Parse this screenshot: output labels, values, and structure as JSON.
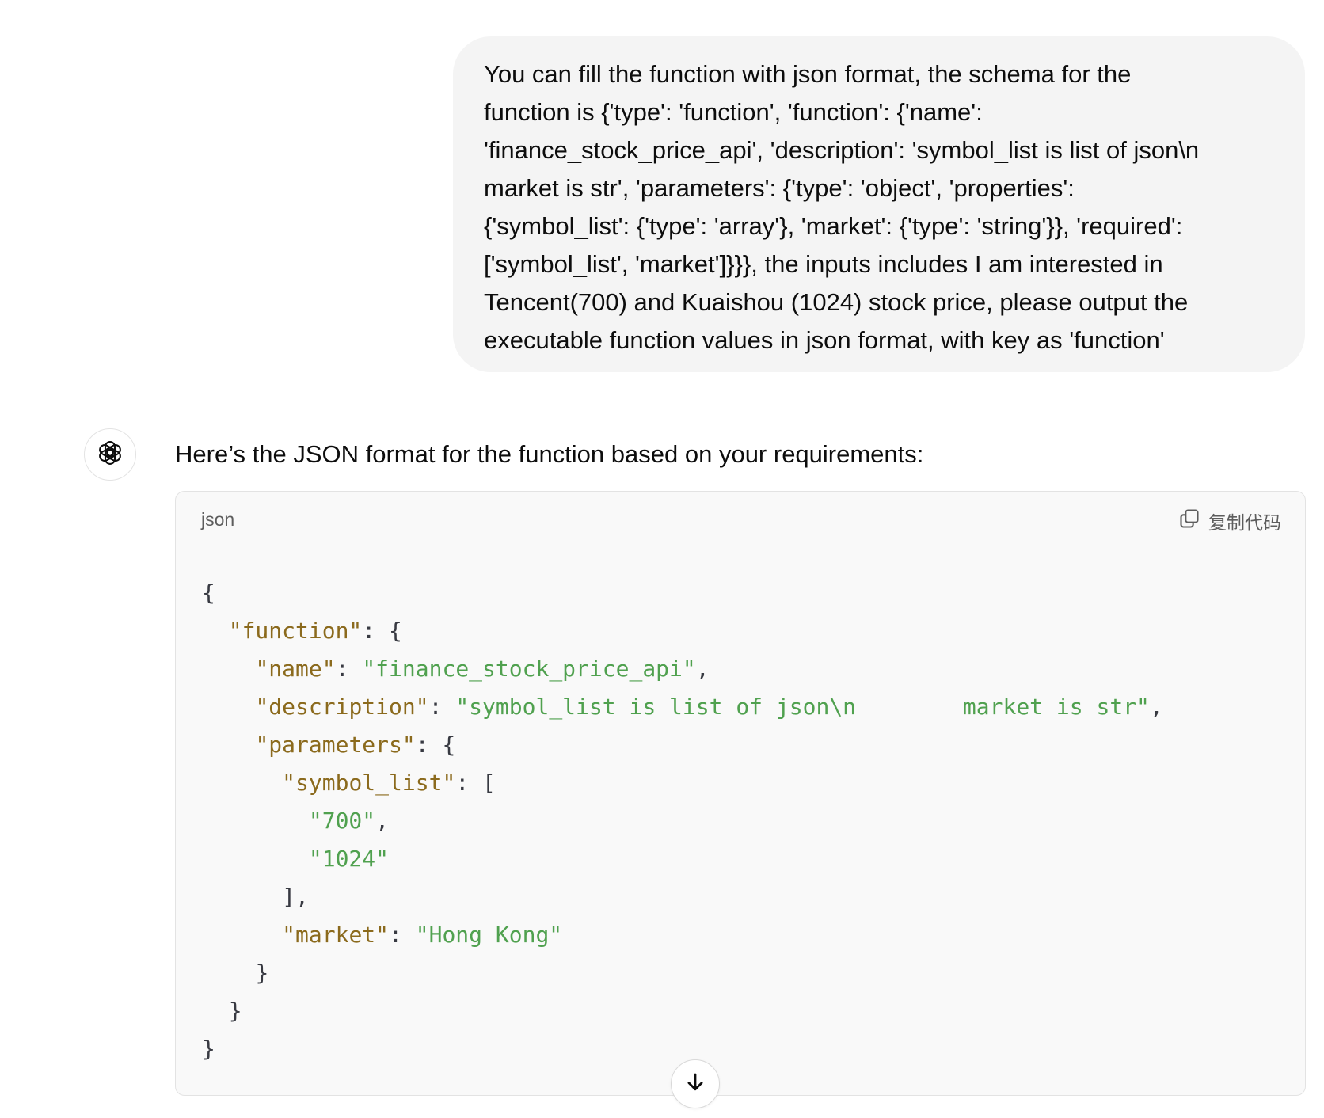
{
  "user_message": {
    "lines": [
      "You can fill the function with json format, the schema for the",
      "function is {'type': 'function', 'function': {'name':",
      "'finance_stock_price_api', 'description': 'symbol_list is list of json\\n",
      "market is str', 'parameters': {'type': 'object', 'properties':",
      "{'symbol_list': {'type': 'array'}, 'market': {'type': 'string'}}, 'required':",
      "['symbol_list', 'market']}}}, the inputs includes I am interested in",
      "Tencent(700) and Kuaishou (1024) stock price, please output the",
      "executable function values in json format, with key as 'function'"
    ]
  },
  "assistant": {
    "avatar_icon": "openai-logo-icon",
    "intro": "Here’s the JSON format for the function based on your requirements:",
    "code_block": {
      "language": "json",
      "copy_label": "复制代码",
      "copy_icon": "copy-icon",
      "tokens": {
        "open_brace": "{",
        "function_key": "\"function\"",
        "name_key": "\"name\"",
        "name_value": "\"finance_stock_price_api\"",
        "description_key": "\"description\"",
        "description_value": "\"symbol_list is list of json\\n        market is str\"",
        "parameters_key": "\"parameters\"",
        "symbol_list_key": "\"symbol_list\"",
        "symbol_1": "\"700\"",
        "symbol_2": "\"1024\"",
        "market_key": "\"market\"",
        "market_value": "\"Hong Kong\"",
        "close_brace": "}"
      }
    }
  },
  "scroll_button_icon": "arrow-down-icon",
  "colors": {
    "bubble_bg": "#f4f4f4",
    "code_bg": "#f9f9f9",
    "json_key": "#8b6a1d",
    "json_string": "#50a14f"
  }
}
